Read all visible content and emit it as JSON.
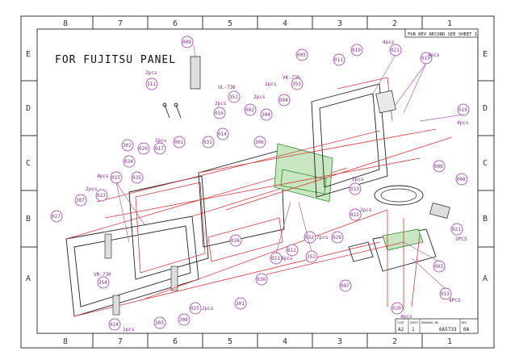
{
  "frame": {
    "columns_top": [
      "8",
      "7",
      "6",
      "5",
      "4",
      "3",
      "2",
      "1"
    ],
    "columns_bottom": [
      "8",
      "7",
      "6",
      "5",
      "4",
      "3",
      "2",
      "1"
    ],
    "rows_left": [
      "E",
      "D",
      "C",
      "B",
      "A"
    ],
    "rows_right": [
      "E",
      "D",
      "C",
      "B",
      "A"
    ]
  },
  "header": {
    "title": "FOR FUJITSU PANEL",
    "rev_note": "FOR REV RECORD SEE SHEET 1"
  },
  "title_block": {
    "size_label": "SIZE",
    "size_value": "A2",
    "sheet_label": "SHEET",
    "sheet_value": "1",
    "drawing_label": "DRAWING NO",
    "drawing_value": "6A5733",
    "rev_label": "REV",
    "rev_value": "0A"
  },
  "labels": {
    "vl": "VL-730",
    "vk": "VK-730",
    "vr": "VR-730"
  },
  "callouts": [
    {
      "id": "009"
    },
    {
      "id": "311"
    },
    {
      "id": "351"
    },
    {
      "id": "016"
    },
    {
      "id": "014"
    },
    {
      "id": "002"
    },
    {
      "id": "304"
    },
    {
      "id": "004"
    },
    {
      "id": "353"
    },
    {
      "id": "005"
    },
    {
      "id": "011"
    },
    {
      "id": "010"
    },
    {
      "id": "021"
    },
    {
      "id": "019"
    },
    {
      "id": "018"
    },
    {
      "id": "306"
    },
    {
      "id": "031"
    },
    {
      "id": "001"
    },
    {
      "id": "017"
    },
    {
      "id": "029"
    },
    {
      "id": "302"
    },
    {
      "id": "034"
    },
    {
      "id": "035"
    },
    {
      "id": "015"
    },
    {
      "id": "023"
    },
    {
      "id": "307"
    },
    {
      "id": "027"
    },
    {
      "id": "006"
    },
    {
      "id": "008"
    },
    {
      "id": "033"
    },
    {
      "id": "022"
    },
    {
      "id": "032"
    },
    {
      "id": "028"
    },
    {
      "id": "026"
    },
    {
      "id": "012"
    },
    {
      "id": "021"
    },
    {
      "id": "352"
    },
    {
      "id": "354"
    },
    {
      "id": "030"
    },
    {
      "id": "007"
    },
    {
      "id": "003"
    },
    {
      "id": "013"
    },
    {
      "id": "020"
    },
    {
      "id": "024"
    },
    {
      "id": "305"
    },
    {
      "id": "308"
    },
    {
      "id": "025"
    },
    {
      "id": "301"
    },
    {
      "id": "021"
    }
  ],
  "quantities": {
    "q_2pcs_a": "2pcs",
    "q_2pcs_b": "2pcs",
    "q_2pcs_c": "2pcs",
    "q_2pcs_d": "2pcs",
    "q_2pcs_e": "2pcs",
    "q_2pcs_f": "2pcs",
    "q_2pcs_g": "2pcs",
    "q_2pcs_h": "2pcs",
    "q_4pcs_a": "4pcs",
    "q_4pcs_b": "4pcs",
    "q_4pcs_c": "4pcs",
    "q_4pcs_d": "4pcs",
    "q_4pcs_e": "4pcs",
    "q_7pcs": "7pcs",
    "q_4pcs_f": "4pcs",
    "q_2PCS": "2PCS",
    "q_4PCS": "4PCS",
    "q_2pcs_i": "2pcs",
    "q_2pcs_j": "2pcs"
  }
}
